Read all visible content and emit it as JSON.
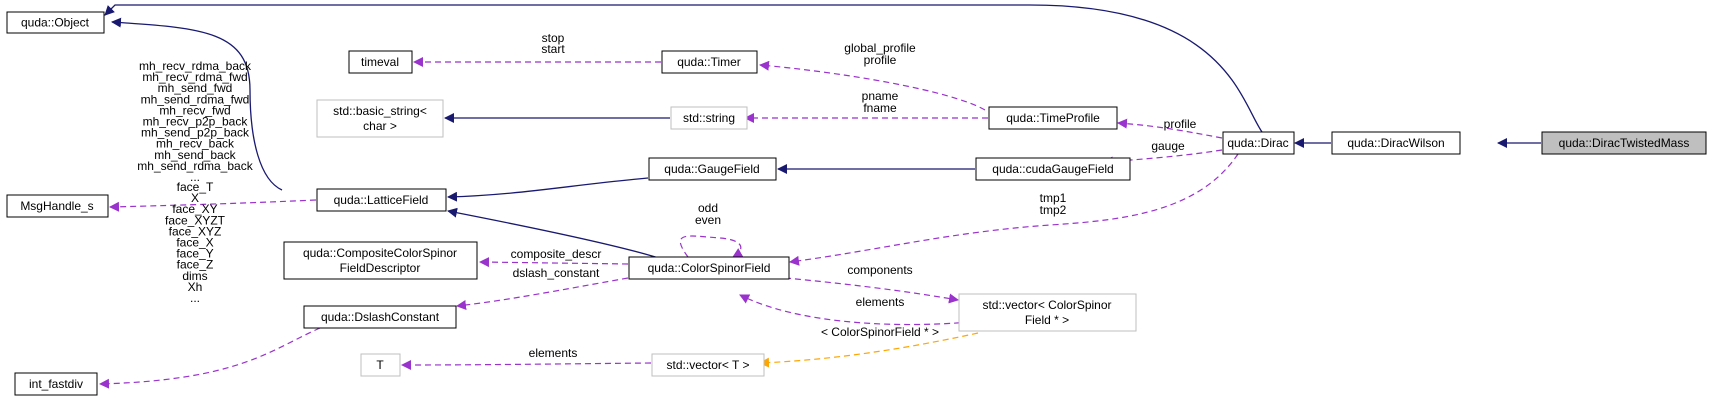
{
  "colors": {
    "inheritance": "#191970",
    "usage": "#9a32cd",
    "template": "#ffa500",
    "node_border": "#000000",
    "grey_border": "#bfbfbf",
    "highlight_fill": "#bfbfbf"
  },
  "nodes": {
    "object": "quda::Object",
    "timeval": "timeval",
    "timer": "quda::Timer",
    "basic_string": [
      "std::basic_string<",
      "char >"
    ],
    "std_string": "std::string",
    "time_profile": "quda::TimeProfile",
    "dirac": "quda::Dirac",
    "dirac_wilson": "quda::DiracWilson",
    "dirac_twisted_mass": "quda::DiracTwistedMass",
    "msg_handle": "MsgHandle_s",
    "lattice_field": "quda::LatticeField",
    "gauge_field": "quda::GaugeField",
    "cuda_gauge_field": "quda::cudaGaugeField",
    "composite_descriptor": [
      "quda::CompositeColorSpinor",
      "FieldDescriptor"
    ],
    "color_spinor_field": "quda::ColorSpinorField",
    "dslash_constant": "quda::DslashConstant",
    "vector_csf": [
      "std::vector< ColorSpinor",
      "Field * >"
    ],
    "int_fastdiv": "int_fastdiv",
    "t": "T",
    "vector_t": "std::vector< T >"
  },
  "edge_labels": {
    "timer_timeval": [
      "stop",
      "start"
    ],
    "profile_timer": [
      "global_profile",
      "profile"
    ],
    "profile_string": [
      "pname",
      "fname"
    ],
    "dirac_profile": [
      "profile"
    ],
    "dirac_gauge": [
      "gauge"
    ],
    "dirac_csf": [
      "tmp1",
      "tmp2"
    ],
    "csf_self": [
      "odd",
      "even"
    ],
    "csf_composite": [
      "composite_descr"
    ],
    "csf_dslash": [
      "dslash_constant"
    ],
    "csf_vector": [
      "components"
    ],
    "vector_csf_elements": [
      "elements"
    ],
    "vector_template": [
      "< ColorSpinorField * >"
    ],
    "vector_t_elements": [
      "elements"
    ],
    "lattice_msg": [
      "mh_recv_rdma_back",
      "mh_recv_rdma_fwd",
      "mh_send_fwd",
      "mh_send_rdma_fwd",
      "mh_recv_fwd",
      "mh_recv_p2p_back",
      "mh_send_p2p_back",
      "mh_recv_back",
      "mh_send_back",
      "mh_send_rdma_back",
      "..."
    ],
    "dslash_int": [
      "face_T",
      "X",
      "face_XY",
      "face_XYZT",
      "face_XYZ",
      "face_X",
      "face_Y",
      "face_Z",
      "dims",
      "Xh",
      "..."
    ]
  }
}
